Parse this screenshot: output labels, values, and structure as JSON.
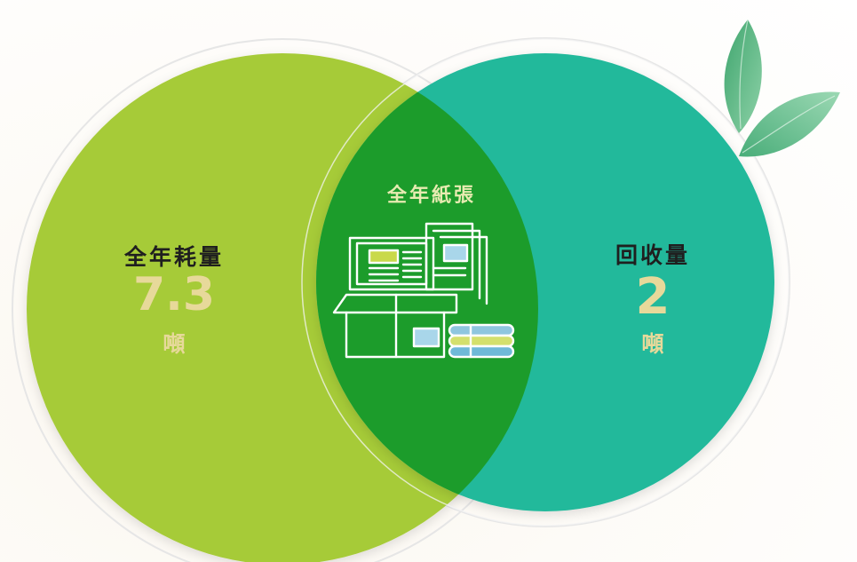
{
  "colors": {
    "left_circle": "#a6cb38",
    "right_circle": "#22b99b",
    "overlap": "#1c9c2b",
    "value_text": "#e7d99a",
    "center_title": "#e7ebb1",
    "leaf": "#4bb27a"
  },
  "left": {
    "title": "全年耗量",
    "value": "7.3",
    "unit": "噸"
  },
  "right": {
    "title": "回收量",
    "value": "2",
    "unit": "噸"
  },
  "center": {
    "title": "全年紙張",
    "icon": "paper-stack-icon"
  },
  "decoration": {
    "icon": "leaf-icon"
  }
}
